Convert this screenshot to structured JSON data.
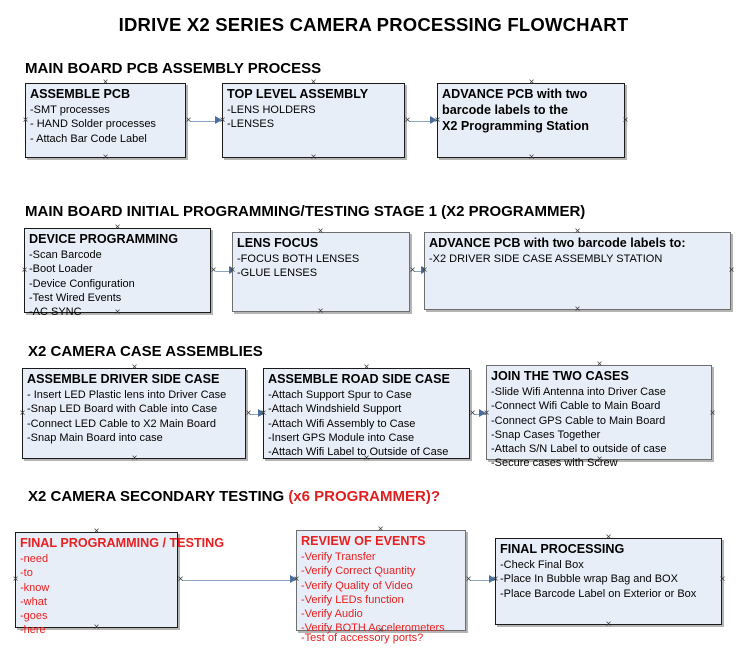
{
  "document": {
    "title": "IDRIVE X2  SERIES CAMERA PROCESSING FLOWCHART"
  },
  "sections": [
    {
      "heading": "MAIN BOARD PCB ASSEMBLY PROCESS",
      "heading_suffix": "",
      "boxes": [
        {
          "title": "ASSEMBLE PCB",
          "lines": [
            "-SMT processes",
            "- HAND Solder processes",
            "- Attach Bar Code Label"
          ]
        },
        {
          "title": "TOP LEVEL ASSEMBLY",
          "lines": [
            "-LENS HOLDERS",
            "-LENSES"
          ]
        },
        {
          "title": "ADVANCE PCB with two",
          "lines": [
            "barcode labels to the",
            " X2 Programming Station"
          ]
        }
      ]
    },
    {
      "heading": "MAIN BOARD INITIAL PROGRAMMING/TESTING STAGE 1 (X2 PROGRAMMER)",
      "heading_suffix": "",
      "boxes": [
        {
          "title": "DEVICE PROGRAMMING",
          "lines": [
            "-Scan Barcode",
            "-Boot Loader",
            "-Device Configuration",
            "-Test Wired Events",
            "-AC SYNC"
          ]
        },
        {
          "title": "LENS FOCUS",
          "lines": [
            "-FOCUS BOTH LENSES",
            "-GLUE LENSES"
          ]
        },
        {
          "title": "ADVANCE PCB with two barcode labels to:",
          "lines": [
            "-X2 DRIVER  SIDE  CASE  ASSEMBLY STATION"
          ]
        }
      ]
    },
    {
      "heading": "X2 CAMERA CASE ASSEMBLIES",
      "heading_suffix": "",
      "boxes": [
        {
          "title": "ASSEMBLE DRIVER SIDE CASE",
          "lines": [
            "- Insert LED Plastic lens into Driver Case",
            "-Snap LED Board with Cable into Case",
            "-Connect LED Cable to X2 Main Board",
            "-Snap Main Board into case"
          ]
        },
        {
          "title": "ASSEMBLE ROAD SIDE CASE",
          "lines": [
            "-Attach Support Spur to Case",
            "-Attach Windshield Support",
            "-Attach Wifi Assembly to Case",
            "-Insert GPS Module into Case",
            "-Attach Wifi Label to Outside of Case"
          ]
        },
        {
          "title": "JOIN THE TWO CASES",
          "lines": [
            "-Slide Wifi Antenna into Driver Case",
            "-Connect Wifi Cable to Main Board",
            "-Connect GPS Cable to Main Board",
            "-Snap Cases Together",
            "-Attach S/N Label to outside of case",
            "-Secure cases with Screw"
          ]
        }
      ]
    },
    {
      "heading": "X2 CAMERA SECONDARY TESTING ",
      "heading_suffix": "(x6 PROGRAMMER)?",
      "boxes": [
        {
          "title": "FINAL PROGRAMMING / TESTING",
          "lines": [
            "-need",
            "-to",
            "-know",
            "-what",
            "-goes",
            "-here"
          ]
        },
        {
          "title": "REVIEW OF EVENTS",
          "lines": [
            "-Verify Transfer",
            "-Verify Correct Quantity",
            "-Verify Quality of Video",
            "-Verify LEDs function",
            "-Verify Audio",
            "-Verify BOTH Accelerometers"
          ],
          "overflow_line": "-Test of accessory ports?"
        },
        {
          "title": "FINAL PROCESSING",
          "lines": [
            " -Check Final Box",
            "-Place In Bubble wrap Bag and BOX",
            "-Place Barcode Label on Exterior or Box"
          ]
        }
      ]
    }
  ],
  "colors": {
    "box_fill": "#e8eef8",
    "box_border": "#1a1a1a",
    "connector": "#8ba6c4",
    "arrow_head": "#4a6f9e",
    "red_text": "#e82020",
    "text": "#000000"
  }
}
